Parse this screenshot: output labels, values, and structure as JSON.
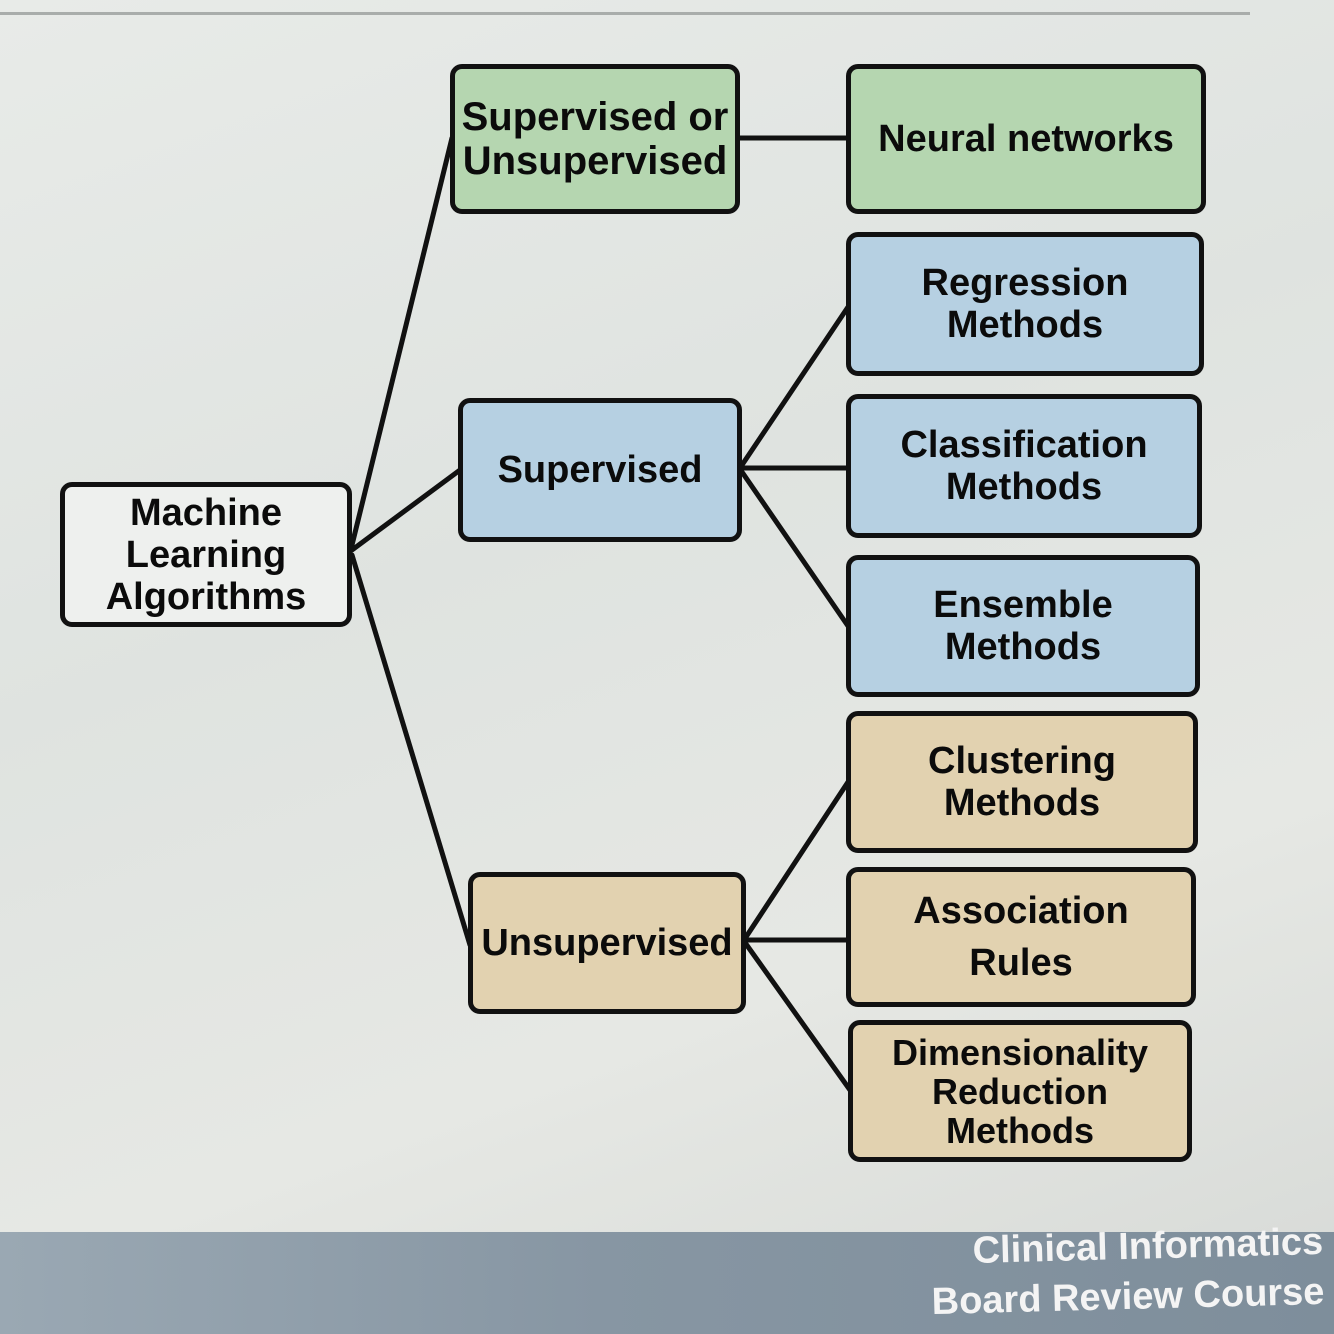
{
  "root": {
    "label": "Machine\nLearning\nAlgorithms"
  },
  "categories": {
    "both": {
      "label": "Supervised or\nUnsupervised"
    },
    "supervised": {
      "label": "Supervised"
    },
    "unsupervised": {
      "label": "Unsupervised"
    }
  },
  "methods": {
    "neural_networks": {
      "label": "Neural networks"
    },
    "regression": {
      "label": "Regression\nMethods"
    },
    "classification": {
      "label": "Classification\nMethods"
    },
    "ensemble": {
      "label": "Ensemble\nMethods"
    },
    "clustering": {
      "label": "Clustering\nMethods"
    },
    "association": {
      "label": "Association\nRules"
    },
    "dimensionality": {
      "label": "Dimensionality\nReduction\nMethods"
    }
  },
  "colors": {
    "green": "#b5d6b0",
    "blue": "#b6d0e2",
    "tan": "#e2d2b0"
  },
  "footer": {
    "title": "Clinical Informatics\nBoard Review Course"
  }
}
